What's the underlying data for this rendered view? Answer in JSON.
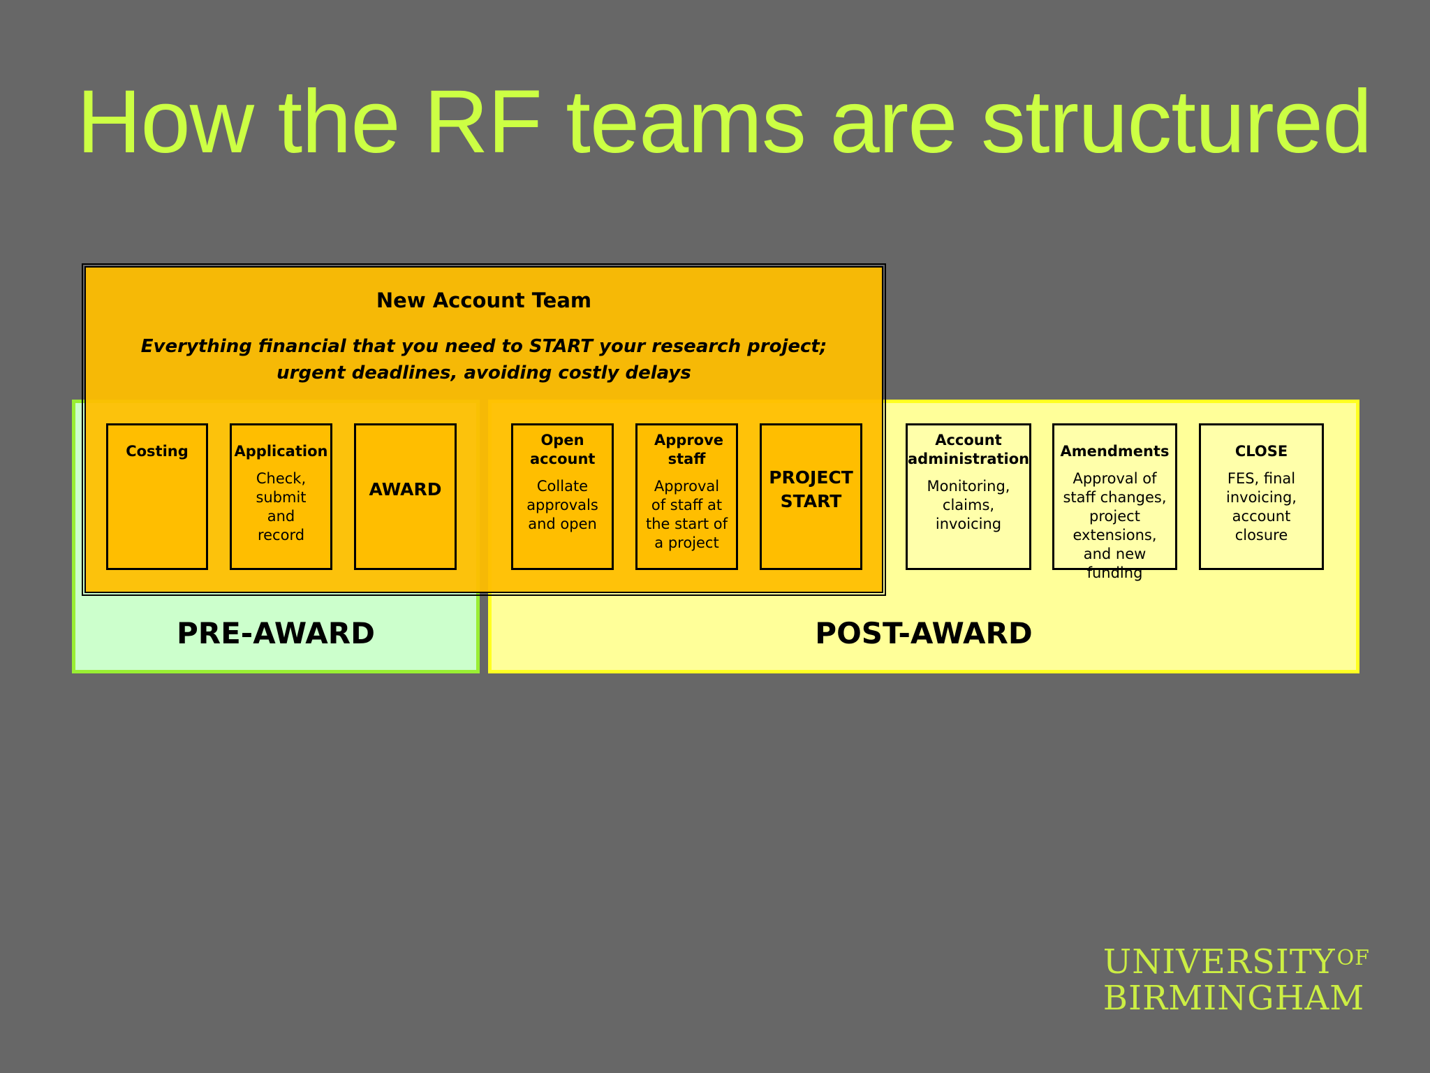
{
  "slide": {
    "title": "How the RF teams are structured"
  },
  "new_account_team": {
    "title": "New Account Team",
    "subtitle_line1": "Everything financial that you need to START your research project;",
    "subtitle_line2": "urgent deadlines, avoiding costly delays"
  },
  "groups": {
    "pre_award": "PRE-AWARD",
    "post_award": "POST-AWARD"
  },
  "steps": [
    {
      "head": "Costing",
      "body": ""
    },
    {
      "head": "Application",
      "body": "Check, submit and record"
    },
    {
      "head": "AWARD",
      "body": ""
    },
    {
      "head": "Open account",
      "body": "Collate approvals and open"
    },
    {
      "head": "Approve staff",
      "body": "Approval of staff at the start of a project"
    },
    {
      "head": "PROJECT START",
      "body": ""
    },
    {
      "head": "Account administration",
      "body": "Monitoring, claims, invoicing"
    },
    {
      "head": "Amendments",
      "body": "Approval of staff changes, project extensions, and new funding"
    },
    {
      "head": "CLOSE",
      "body": "FES, final invoicing, account closure"
    }
  ],
  "logo": {
    "line1": "UNIVERSITY",
    "of": "OF",
    "line2": "BIRMINGHAM"
  },
  "colors": {
    "background": "#676767",
    "title": "#ccff44",
    "new_account_team": "#ffbe00",
    "pre_award_fill": "#ccffcc",
    "pre_award_border": "#99ee33",
    "post_award_fill": "#ffff99",
    "post_award_border": "#ffff22"
  }
}
